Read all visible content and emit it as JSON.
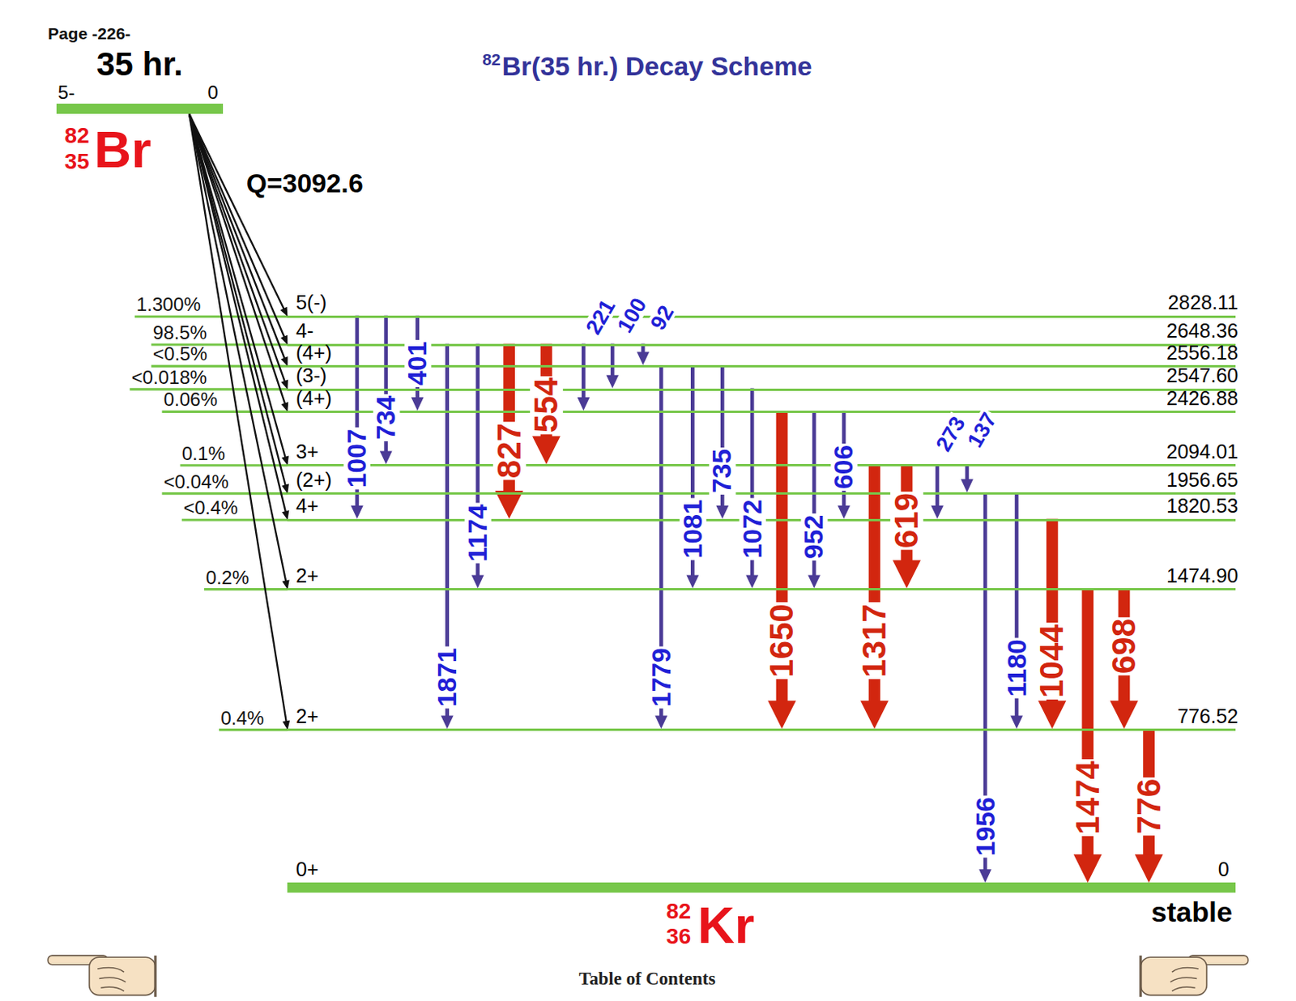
{
  "diagram": {
    "title": "Br(35 hr.) Decay Scheme",
    "nodes": [
      {
        "text": [
          "35 hr.",
          "5-",
          "0"
        ]
      },
      {
        "text": [
          "5(-)",
          "2828.11"
        ]
      },
      {
        "text": [
          "4-",
          "2648.36"
        ]
      },
      {
        "text": [
          "(4+)",
          "2556.18"
        ]
      },
      {
        "text": [
          "(3-)",
          "2547.60"
        ]
      },
      {
        "text": [
          "(4+)",
          "2426.88"
        ]
      },
      {
        "text": [
          "3+",
          "2094.01"
        ]
      },
      {
        "text": [
          "(2+)",
          "1956.65"
        ]
      },
      {
        "text": [
          "4+",
          "1820.53"
        ]
      },
      {
        "text": [
          "2+",
          "1474.90"
        ]
      },
      {
        "text": [
          "2+",
          "776.52"
        ]
      },
      {
        "text": [
          "0+",
          "0",
          "stable"
        ]
      }
    ],
    "edges": [
      {
        "from": 0,
        "to": 1,
        "arrow": "to",
        "label": "1.300%"
      },
      {
        "from": 0,
        "to": 2,
        "arrow": "to",
        "label": "98.5%"
      },
      {
        "from": 0,
        "to": 3,
        "arrow": "to",
        "label": "<0.5%"
      },
      {
        "from": 0,
        "to": 4,
        "arrow": "to",
        "label": "<0.018%"
      },
      {
        "from": 0,
        "to": 5,
        "arrow": "to",
        "label": "0.06%"
      },
      {
        "from": 0,
        "to": 6,
        "arrow": "to",
        "label": "0.1%"
      },
      {
        "from": 0,
        "to": 7,
        "arrow": "to",
        "label": "<0.04%"
      },
      {
        "from": 0,
        "to": 8,
        "arrow": "to",
        "label": "<0.4%"
      },
      {
        "from": 0,
        "to": 9,
        "arrow": "to",
        "label": "0.2%"
      },
      {
        "from": 0,
        "to": 10,
        "arrow": "to",
        "label": "0.4%"
      },
      {
        "from": 1,
        "to": 8,
        "arrow": "to",
        "label": "1007"
      },
      {
        "from": 1,
        "to": 6,
        "arrow": "to",
        "label": "734"
      },
      {
        "from": 1,
        "to": 5,
        "arrow": "to",
        "label": "401"
      },
      {
        "from": 2,
        "to": 10,
        "arrow": "to",
        "label": "1871"
      },
      {
        "from": 2,
        "to": 9,
        "arrow": "to",
        "label": "1174"
      },
      {
        "from": 2,
        "to": 8,
        "arrow": "to",
        "label": "827"
      },
      {
        "from": 2,
        "to": 6,
        "arrow": "to",
        "label": "554"
      },
      {
        "from": 2,
        "to": 5,
        "arrow": "to",
        "label": "221"
      },
      {
        "from": 2,
        "to": 4,
        "arrow": "to",
        "label": "100"
      },
      {
        "from": 2,
        "to": 3,
        "arrow": "to",
        "label": "92"
      },
      {
        "from": 3,
        "to": 10,
        "arrow": "to",
        "label": "1779"
      },
      {
        "from": 3,
        "to": 9,
        "arrow": "to",
        "label": "1081"
      },
      {
        "from": 3,
        "to": 8,
        "arrow": "to",
        "label": "735"
      },
      {
        "from": 4,
        "to": 9,
        "arrow": "to",
        "label": "1072"
      },
      {
        "from": 5,
        "to": 10,
        "arrow": "to",
        "label": "1650"
      },
      {
        "from": 5,
        "to": 9,
        "arrow": "to",
        "label": "952"
      },
      {
        "from": 5,
        "to": 8,
        "arrow": "to",
        "label": "606"
      },
      {
        "from": 6,
        "to": 10,
        "arrow": "to",
        "label": "1317"
      },
      {
        "from": 6,
        "to": 9,
        "arrow": "to",
        "label": "619"
      },
      {
        "from": 6,
        "to": 8,
        "arrow": "to",
        "label": "273"
      },
      {
        "from": 6,
        "to": 7,
        "arrow": "to",
        "label": "137"
      },
      {
        "from": 7,
        "to": 11,
        "arrow": "to",
        "label": "1956"
      },
      {
        "from": 7,
        "to": 10,
        "arrow": "to",
        "label": "1180"
      },
      {
        "from": 8,
        "to": 10,
        "arrow": "to",
        "label": "1044"
      },
      {
        "from": 9,
        "to": 11,
        "arrow": "to",
        "label": "1474"
      },
      {
        "from": 9,
        "to": 10,
        "arrow": "to",
        "label": "698"
      },
      {
        "from": 10,
        "to": 11,
        "arrow": "to",
        "label": "776"
      }
    ],
    "labels": [
      "Page -226-",
      "82",
      "35",
      "Br",
      "82",
      "Q=3092.6",
      "82",
      "36",
      "Kr",
      "Table of Contents"
    ]
  }
}
